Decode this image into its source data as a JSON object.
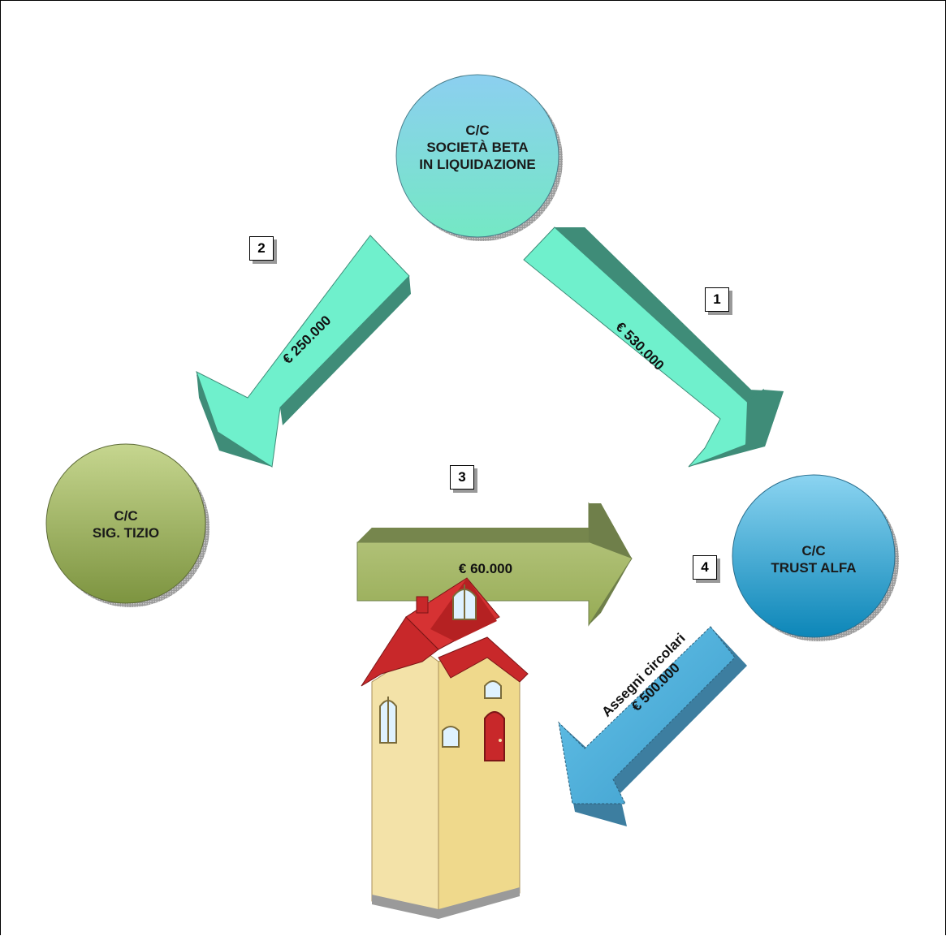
{
  "nodes": {
    "beta": {
      "line1": "C/C",
      "line2": "SOCIETÀ BETA",
      "line3": "IN LIQUIDAZIONE"
    },
    "tizio": {
      "line1": "C/C",
      "line2": "SIG. TIZIO"
    },
    "alfa": {
      "line1": "C/C",
      "line2": "TRUST ALFA"
    }
  },
  "flows": {
    "f1": {
      "step": "1",
      "amount": "€ 530.000"
    },
    "f2": {
      "step": "2",
      "amount": "€ 250.000"
    },
    "f3": {
      "step": "3",
      "amount": "€ 60.000"
    },
    "f4": {
      "step": "4",
      "line1": "Assegni circolari",
      "line2": "€ 500.000"
    }
  },
  "colors": {
    "teal_arrow": "#6ff0cc",
    "teal_side": "#3f8c78",
    "olive_arrow": "#a3b862",
    "olive_side": "#6f7f4a",
    "blue_arrow": "#4fb2db",
    "blue_side": "#3d7ea0",
    "beta_top": "#8ccff0",
    "beta_bottom": "#74e8c4",
    "tizio_top": "#c6d68f",
    "tizio_bottom": "#7d9440",
    "alfa_top": "#8bd4f1",
    "alfa_bottom": "#0c86b8",
    "house_roof": "#c8282a",
    "house_wall": "#f3e2a8"
  },
  "icons": {
    "house": "house-icon"
  }
}
